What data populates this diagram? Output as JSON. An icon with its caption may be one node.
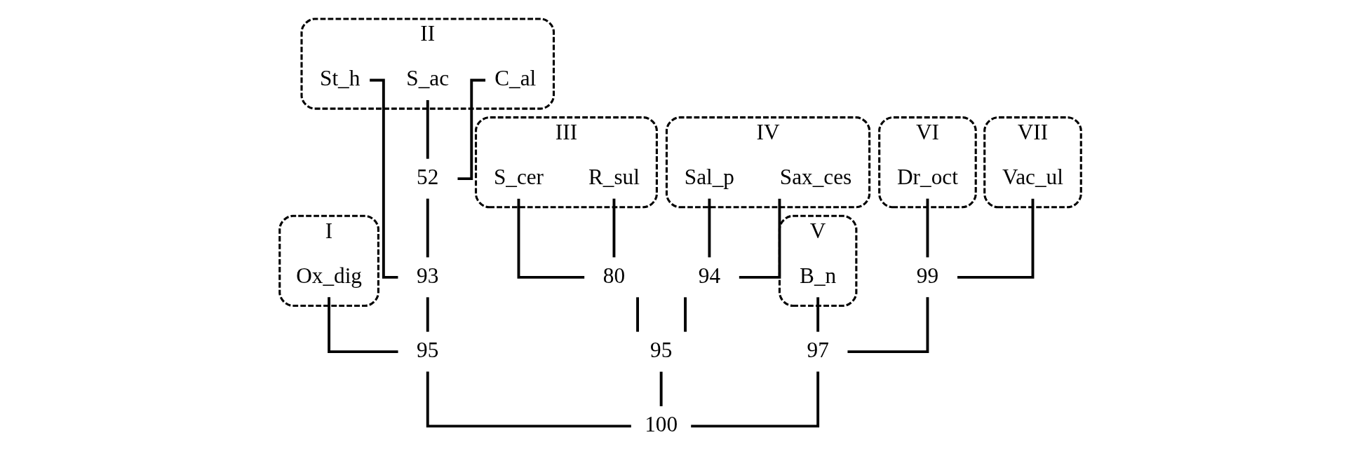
{
  "diagram": {
    "nodes": [
      {
        "text": [
          "I"
        ]
      },
      {
        "text": [
          "Ox_dig"
        ],
        "in": 0
      },
      {
        "text": [
          "II"
        ]
      },
      {
        "text": [
          "C_al"
        ],
        "in": 2
      },
      {
        "text": [
          "S_ac"
        ],
        "in": 2
      },
      {
        "text": [
          "St_h"
        ],
        "in": 2
      },
      {
        "text": [
          "III"
        ]
      },
      {
        "text": [
          "R_sul"
        ],
        "in": 6
      },
      {
        "text": [
          "S_cer"
        ],
        "in": 6
      },
      {
        "text": [
          "IV"
        ]
      },
      {
        "text": [
          "Sax_ces"
        ],
        "in": 9
      },
      {
        "text": [
          "Sal_p"
        ],
        "in": 9
      },
      {
        "text": [
          "V"
        ]
      },
      {
        "text": [
          "B_n"
        ],
        "in": 12
      },
      {
        "text": [
          "VI"
        ]
      },
      {
        "text": [
          "Dr_oct"
        ],
        "in": 14
      },
      {
        "text": [
          "VII"
        ]
      },
      {
        "text": [
          "Vac_ul"
        ],
        "in": 16
      },
      {
        "text": [
          "52"
        ]
      },
      {
        "text": [
          "93"
        ]
      },
      {
        "text": [
          "95"
        ]
      },
      {
        "text": [
          "80"
        ]
      },
      {
        "text": [
          "94"
        ]
      },
      {
        "text": [
          "95"
        ]
      },
      {
        "text": [
          "99"
        ]
      },
      {
        "text": [
          "97"
        ]
      },
      {
        "text": [
          "100"
        ]
      }
    ],
    "edges": [
      {
        "from": 18,
        "to": 3,
        "arrow": "none"
      },
      {
        "from": 18,
        "to": 4,
        "arrow": "none"
      },
      {
        "from": 19,
        "to": 18,
        "arrow": "none"
      },
      {
        "from": 19,
        "to": 5,
        "arrow": "none"
      },
      {
        "from": 20,
        "to": 1,
        "arrow": "none"
      },
      {
        "from": 20,
        "to": 19,
        "arrow": "none"
      },
      {
        "from": 21,
        "to": 7,
        "arrow": "none"
      },
      {
        "from": 21,
        "to": 8,
        "arrow": "none"
      },
      {
        "from": 22,
        "to": 10,
        "arrow": "none"
      },
      {
        "from": 22,
        "to": 11,
        "arrow": "none"
      },
      {
        "from": 23,
        "to": 21,
        "arrow": "none"
      },
      {
        "from": 23,
        "to": 22,
        "arrow": "none"
      },
      {
        "from": 24,
        "to": 15,
        "arrow": "none"
      },
      {
        "from": 24,
        "to": 17,
        "arrow": "none"
      },
      {
        "from": 25,
        "to": 13,
        "arrow": "none"
      },
      {
        "from": 25,
        "to": 24,
        "arrow": "none"
      },
      {
        "from": 26,
        "to": 20,
        "arrow": "none"
      },
      {
        "from": 26,
        "to": 23,
        "arrow": "none"
      },
      {
        "from": 26,
        "to": 25,
        "arrow": "none"
      }
    ]
  }
}
